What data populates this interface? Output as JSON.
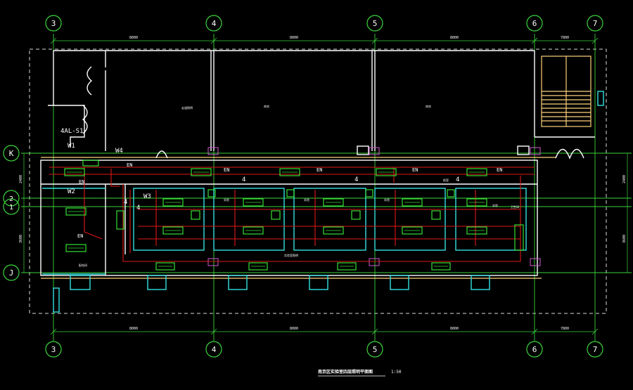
{
  "drawing": {
    "title": "南京区实验室四层照明平面图",
    "scale": "1:50",
    "panel_label": "4AL-S1"
  },
  "grid_axes": {
    "vertical_top": [
      "3",
      "4",
      "5",
      "6",
      "7"
    ],
    "vertical_bottom": [
      "3",
      "4",
      "5",
      "6",
      "7"
    ],
    "horizontal": [
      "K",
      "2",
      "1",
      "J"
    ]
  },
  "dimensions": {
    "top": [
      "8000",
      "8000",
      "8000",
      "7800"
    ],
    "bottom": [
      "8000",
      "8000",
      "8000",
      "7800"
    ],
    "left": [
      "2400",
      "3600"
    ],
    "right": [
      "2400",
      "3600"
    ]
  },
  "window_tags": [
    "W1",
    "W2",
    "W3",
    "W4"
  ],
  "fixture_label": "EN",
  "circuit_mark": "4",
  "room_labels": [
    "走道照明",
    "库房",
    "库房",
    "实验室照明",
    "配电间",
    "实验",
    "实验",
    "实验",
    "实验",
    "前室",
    "卫生间"
  ],
  "colors": {
    "background": "#000000",
    "grid": "#3cd43c",
    "wall": "#ffffff",
    "partition": "#33e0e0",
    "wiring": "#e01818",
    "fixture": "#33e033"
  }
}
